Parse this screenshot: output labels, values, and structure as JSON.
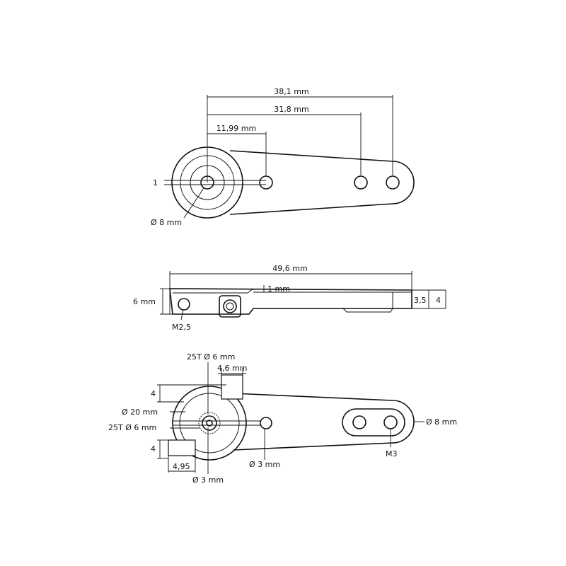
{
  "top_view": {
    "dim_overall": "38,1 mm",
    "dim_outer_hole": "31,8 mm",
    "dim_inner_hole": "11,99 mm",
    "dim_slot": "1",
    "dim_hub_diameter": "Ø 8 mm"
  },
  "side_view": {
    "dim_length": "49,6 mm",
    "dim_step": "1 mm",
    "dim_height": "6 mm",
    "dim_tip_inner": "3,5",
    "dim_tip_outer": "4",
    "screw_label": "M2,5"
  },
  "bottom_view": {
    "spline_top": "25T Ø 6 mm",
    "dim_tab_width": "4,6 mm",
    "dim_tab_top": "4",
    "dim_hub_outer": "Ø 20 mm",
    "spline_side": "25T Ø 6 mm",
    "dim_tab_bottom": "4",
    "dim_tab_offset": "4,95",
    "dim_hole_small": "Ø 3 mm",
    "dim_hole_center": "Ø 3 mm",
    "dim_tip_diameter": "Ø 8 mm",
    "thread_label": "M3"
  }
}
